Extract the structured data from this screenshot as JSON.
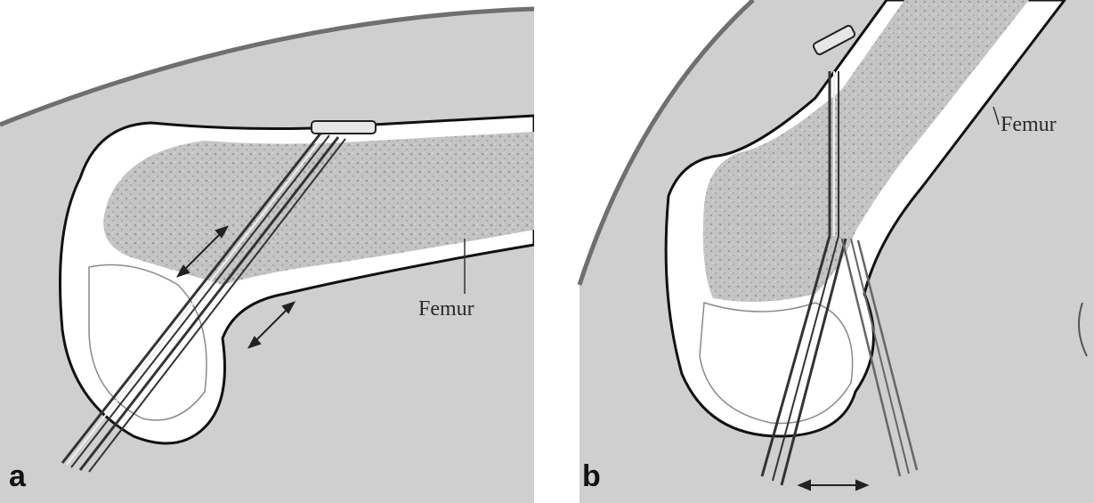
{
  "panels": [
    {
      "letter": "a",
      "structure_label": "Femur"
    },
    {
      "letter": "b",
      "structure_label": "Femur"
    }
  ],
  "colors": {
    "soft_tissue": "#cfcfcf",
    "skin_line": "#6f6f6f",
    "cortex": "#ffffff",
    "cancellous_bone": "#bdbdbd",
    "outline": "#111111"
  }
}
